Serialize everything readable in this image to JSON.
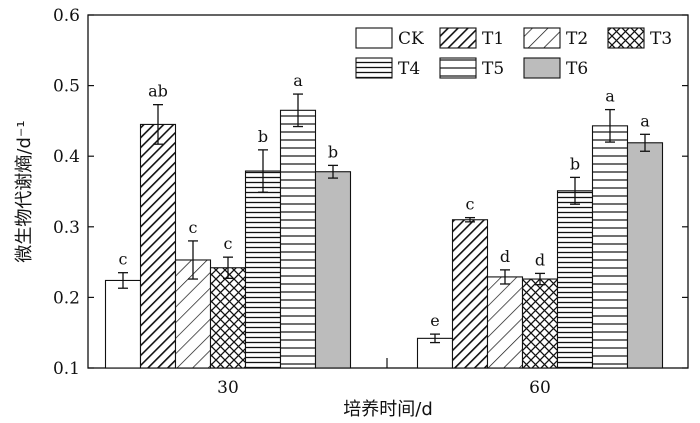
{
  "chart_data": {
    "type": "bar",
    "xlabel": "培养时间/d",
    "ylabel": "微生物代谢熵/d⁻¹",
    "ylim": [
      0.1,
      0.6
    ],
    "yticks": [
      "0.1",
      "0.2",
      "0.3",
      "0.4",
      "0.5",
      "0.6"
    ],
    "categories": [
      "30",
      "60"
    ],
    "legend_position": "top-right",
    "series": [
      {
        "name": "CK",
        "values": [
          0.224,
          0.142
        ],
        "errors": [
          0.011,
          0.006
        ],
        "letters": [
          "c",
          "e"
        ],
        "pattern": "none",
        "color": "#ffffff"
      },
      {
        "name": "T1",
        "values": [
          0.445,
          0.31
        ],
        "errors": [
          0.028,
          0.003
        ],
        "letters": [
          "ab",
          "c"
        ],
        "pattern": "diag-dense",
        "color": "#ffffff"
      },
      {
        "name": "T2",
        "values": [
          0.253,
          0.229
        ],
        "errors": [
          0.027,
          0.01
        ],
        "letters": [
          "c",
          "d"
        ],
        "pattern": "diag-sparse",
        "color": "#ffffff"
      },
      {
        "name": "T3",
        "values": [
          0.242,
          0.226
        ],
        "errors": [
          0.015,
          0.008
        ],
        "letters": [
          "c",
          "d"
        ],
        "pattern": "crosshatch",
        "color": "#ffffff"
      },
      {
        "name": "T4",
        "values": [
          0.379,
          0.351
        ],
        "errors": [
          0.03,
          0.019
        ],
        "letters": [
          "b",
          "b"
        ],
        "pattern": "horiz-dense",
        "color": "#ffffff"
      },
      {
        "name": "T5",
        "values": [
          0.465,
          0.443
        ],
        "errors": [
          0.023,
          0.023
        ],
        "letters": [
          "a",
          "a"
        ],
        "pattern": "horiz-sparse",
        "color": "#ffffff"
      },
      {
        "name": "T6",
        "values": [
          0.378,
          0.419
        ],
        "errors": [
          0.009,
          0.012
        ],
        "letters": [
          "b",
          "a"
        ],
        "pattern": "solid",
        "color": "#bcbcbc"
      }
    ]
  }
}
